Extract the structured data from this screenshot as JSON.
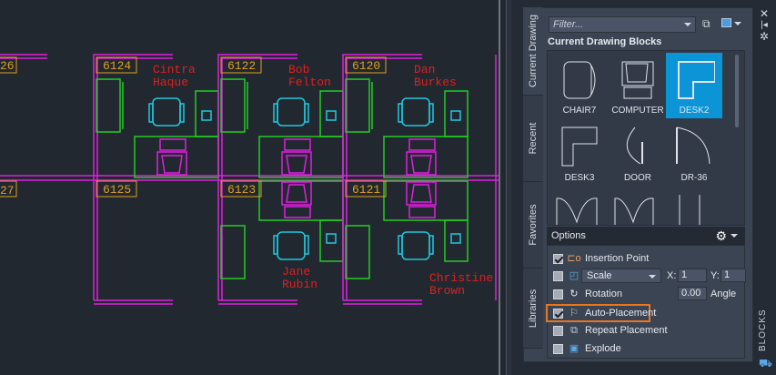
{
  "drawing": {
    "rooms_top": [
      "26",
      "6124",
      "6122",
      "6120"
    ],
    "rooms_bottom": [
      "27",
      "6125",
      "6123",
      "6121"
    ],
    "occupants": [
      {
        "first": "Cintra",
        "last": "Haque"
      },
      {
        "first": "Bob",
        "last": "Felton"
      },
      {
        "first": "Dan",
        "last": "Burkes"
      },
      {
        "first": "Jane",
        "last": "Rubin"
      },
      {
        "first": "Christine",
        "last": "Brown"
      }
    ]
  },
  "palette": {
    "vtabs": [
      "Current Drawing",
      "Recent",
      "Favorites",
      "Libraries"
    ],
    "filter_placeholder": "Filter...",
    "section_title": "Current Drawing Blocks",
    "blocks": [
      "CHAIR7",
      "COMPUTER",
      "DESK2",
      "DESK3",
      "DOOR",
      "DR-36"
    ],
    "selected_block": "DESK2",
    "options_title": "Options",
    "options": {
      "insertion_point": {
        "label": "Insertion Point",
        "checked": true
      },
      "scale": {
        "label": "Scale",
        "checked": false,
        "x_label": "X:",
        "x": "1",
        "y_label": "Y:",
        "y": "1"
      },
      "rotation": {
        "label": "Rotation",
        "checked": false,
        "angle": "0.00",
        "angle_label": "Angle"
      },
      "auto_placement": {
        "label": "Auto-Placement",
        "checked": true
      },
      "repeat_placement": {
        "label": "Repeat Placement",
        "checked": false
      },
      "explode": {
        "label": "Explode",
        "checked": false
      }
    },
    "side_title": "BLOCKS"
  },
  "colors": {
    "wall": "#e020e0",
    "furniture": "#22cc22",
    "chair": "#20c8e0",
    "label": "#e0a020",
    "name": "#e02020",
    "selected": "#0b95d6",
    "highlight": "#e8761d"
  }
}
